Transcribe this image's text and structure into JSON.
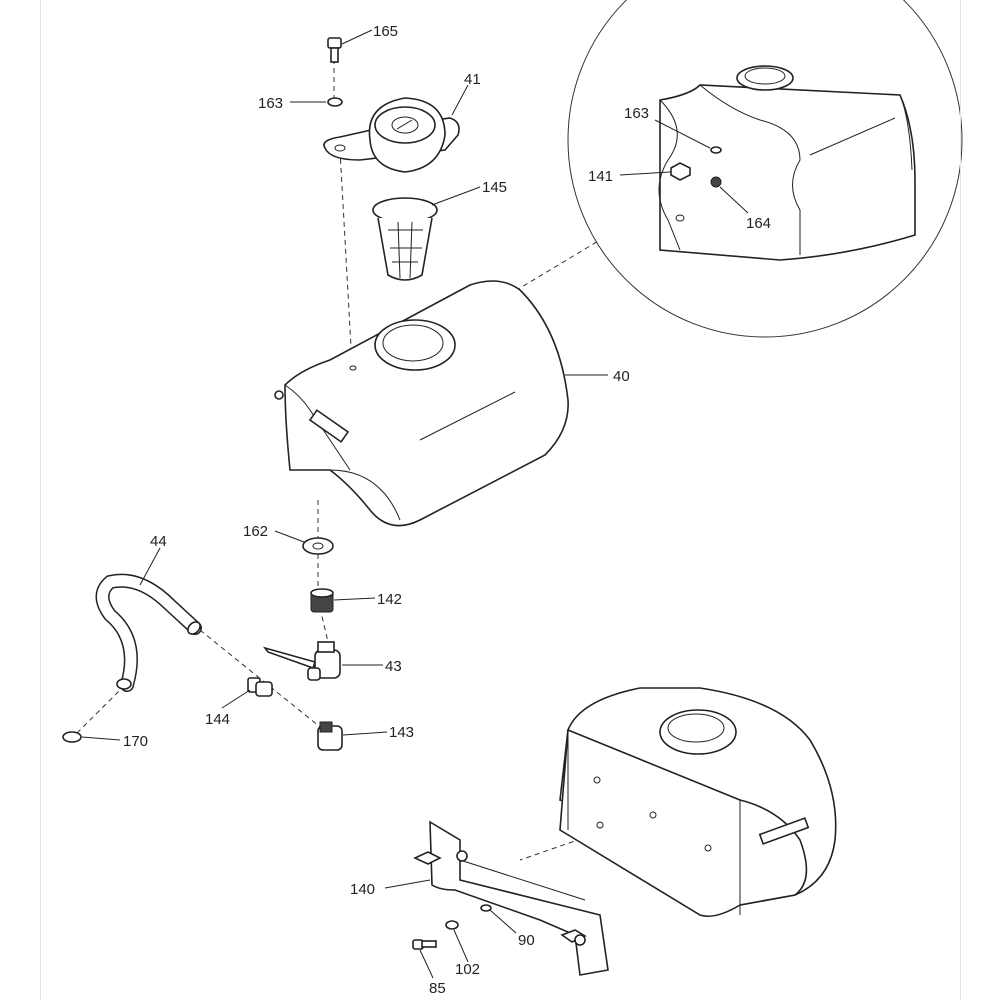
{
  "diagram": {
    "callouts": {
      "c165": "165",
      "c163a": "163",
      "c41": "41",
      "c145": "145",
      "c163b": "163",
      "c141": "141",
      "c164": "164",
      "c40": "40",
      "c162": "162",
      "c44": "44",
      "c142": "142",
      "c43": "43",
      "c144": "144",
      "c170": "170",
      "c143": "143",
      "c140": "140",
      "c90": "90",
      "c102": "102",
      "c85": "85"
    }
  }
}
